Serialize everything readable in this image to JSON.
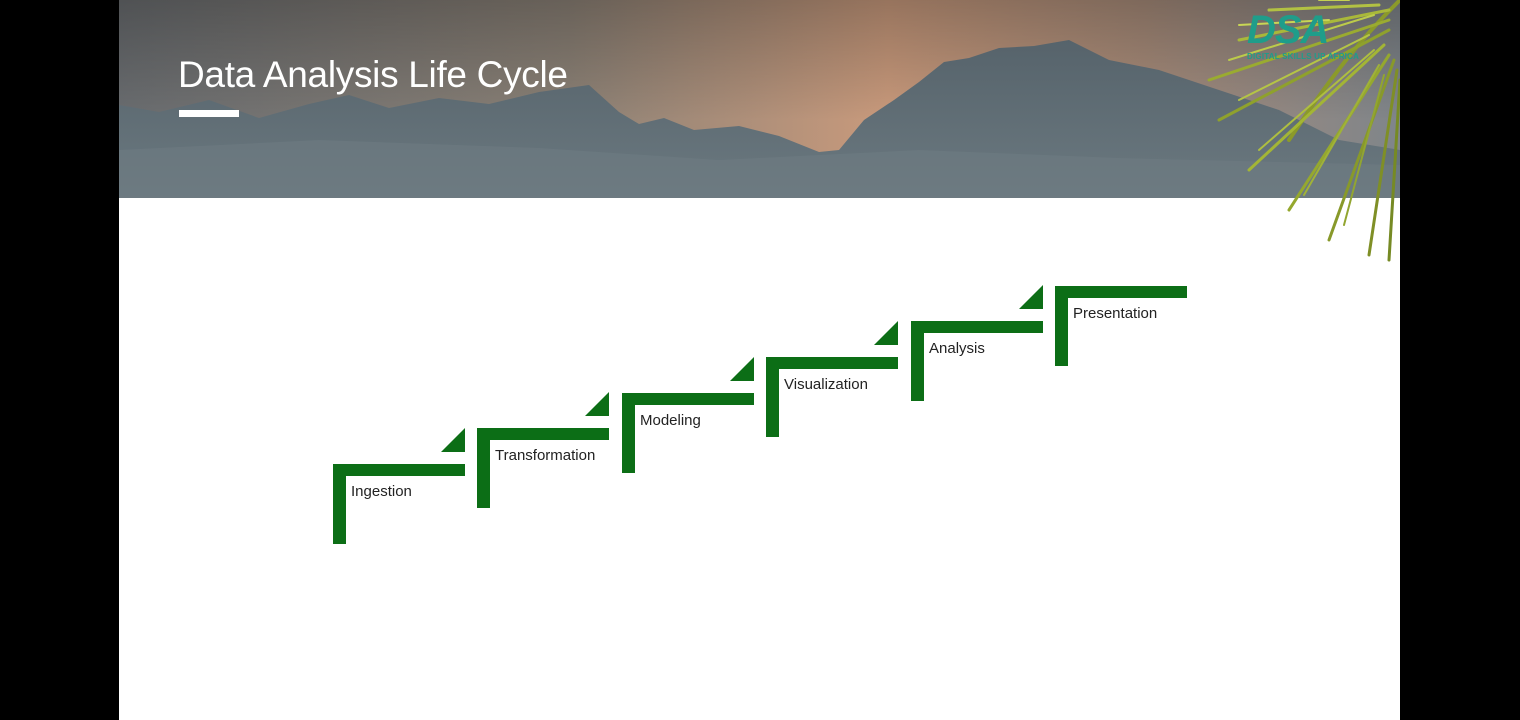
{
  "slide": {
    "title": "Data Analysis Life Cycle",
    "logo": {
      "mark": "DSA",
      "subtitle": "DIGITAL SKILLS UP AFRICA"
    },
    "steps": [
      {
        "label": "Ingestion"
      },
      {
        "label": "Transformation"
      },
      {
        "label": "Modeling"
      },
      {
        "label": "Visualization"
      },
      {
        "label": "Analysis"
      },
      {
        "label": "Presentation"
      }
    ]
  },
  "colors": {
    "accent_green": "#0c6e16",
    "logo_teal": "#1f9d8a",
    "title_text": "#ffffff",
    "body_background": "#ffffff",
    "letterbox": "#000000"
  },
  "icons": {
    "banner": "mountain-sunset-image",
    "palm": "palm-leaves-image",
    "logo": "dsa-logo"
  }
}
